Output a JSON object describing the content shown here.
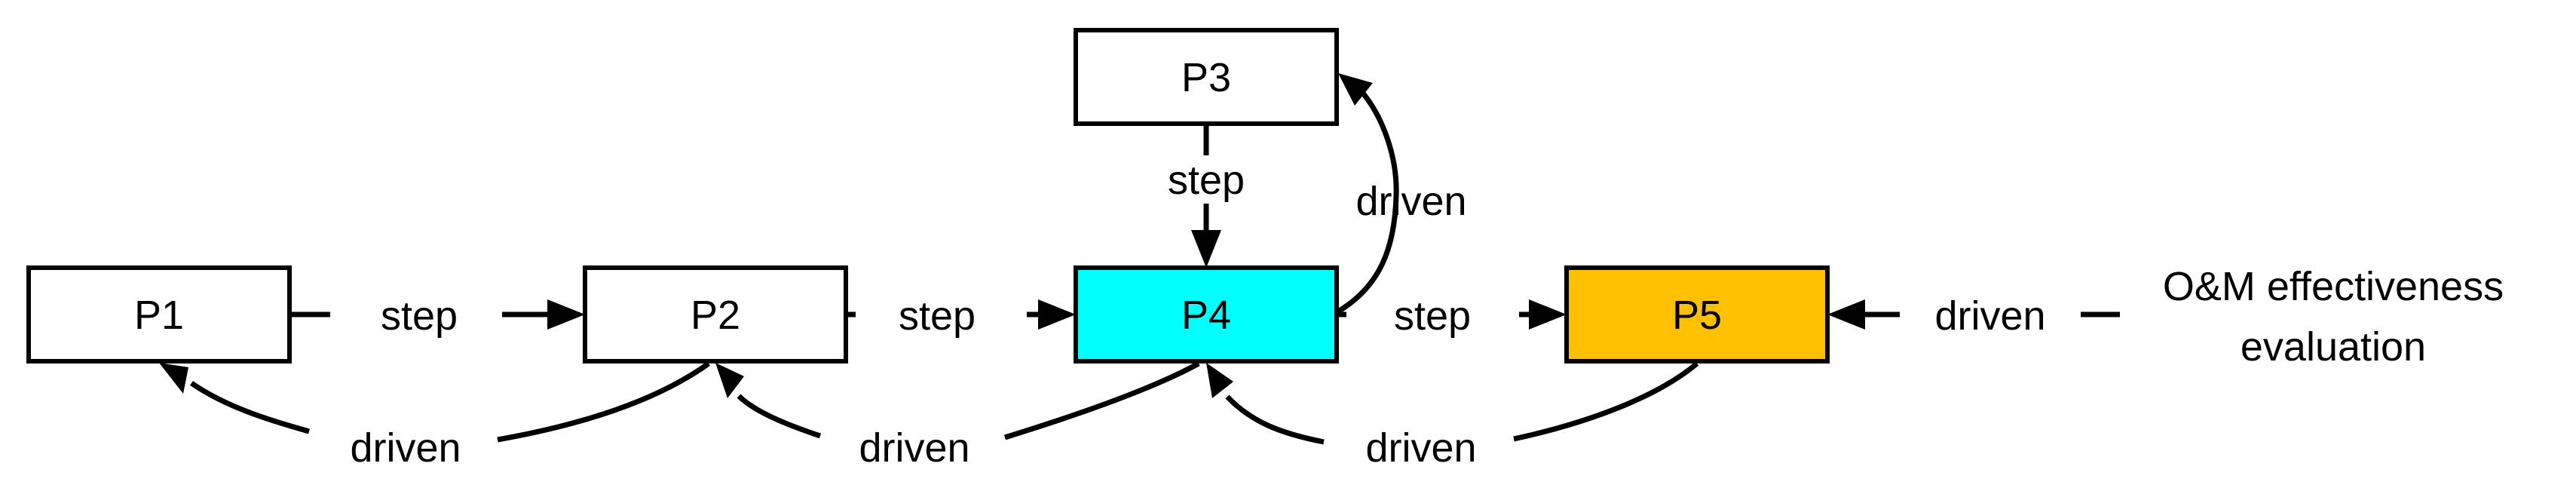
{
  "nodes": {
    "p1": {
      "label": "P1",
      "fill": "#ffffff"
    },
    "p2": {
      "label": "P2",
      "fill": "#ffffff"
    },
    "p3": {
      "label": "P3",
      "fill": "#ffffff"
    },
    "p4": {
      "label": "P4",
      "fill": "#00ffff"
    },
    "p5": {
      "label": "P5",
      "fill": "#ffc000"
    }
  },
  "external": {
    "line1": "O&M effectiveness",
    "line2": "evaluation"
  },
  "edges": {
    "p1_p2": "step",
    "p2_p4": "step",
    "p3_p4": "step",
    "p4_p5": "step",
    "p2_p1": "driven",
    "p4_p2": "driven",
    "p5_p4": "driven",
    "p4_p3": "driven",
    "eval_p5": "driven"
  }
}
